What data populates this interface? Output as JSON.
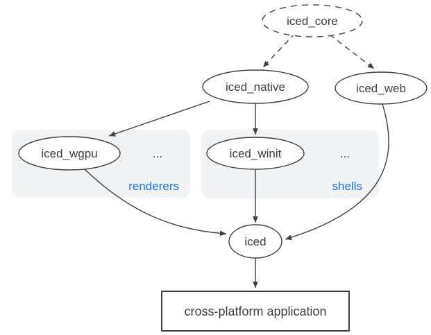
{
  "diagram": {
    "nodes": {
      "iced_core": {
        "label": "iced_core",
        "style": "dashed"
      },
      "iced_native": {
        "label": "iced_native",
        "style": "solid"
      },
      "iced_web": {
        "label": "iced_web",
        "style": "solid"
      },
      "iced_wgpu": {
        "label": "iced_wgpu",
        "style": "solid"
      },
      "iced_winit": {
        "label": "iced_winit",
        "style": "solid"
      },
      "iced": {
        "label": "iced",
        "style": "solid"
      },
      "application": {
        "label": "cross-platform application",
        "style": "rect"
      }
    },
    "groups": {
      "renderers": {
        "label": "renderers",
        "ellipsis": "..."
      },
      "shells": {
        "label": "shells",
        "ellipsis": "..."
      }
    },
    "edges": [
      {
        "from": "iced_core",
        "to": "iced_native",
        "style": "dashed"
      },
      {
        "from": "iced_core",
        "to": "iced_web",
        "style": "dashed"
      },
      {
        "from": "iced_native",
        "to": "iced_wgpu",
        "style": "solid"
      },
      {
        "from": "iced_native",
        "to": "iced_winit",
        "style": "solid"
      },
      {
        "from": "iced_wgpu",
        "to": "iced",
        "style": "solid"
      },
      {
        "from": "iced_winit",
        "to": "iced",
        "style": "solid"
      },
      {
        "from": "iced_web",
        "to": "iced",
        "style": "solid"
      },
      {
        "from": "iced",
        "to": "application",
        "style": "solid"
      }
    ],
    "colors": {
      "line": "#3c4043",
      "text": "#3c4043",
      "group_background": "#f1f3f4",
      "group_label": "#1a73e8",
      "background": "#ffffff"
    }
  }
}
